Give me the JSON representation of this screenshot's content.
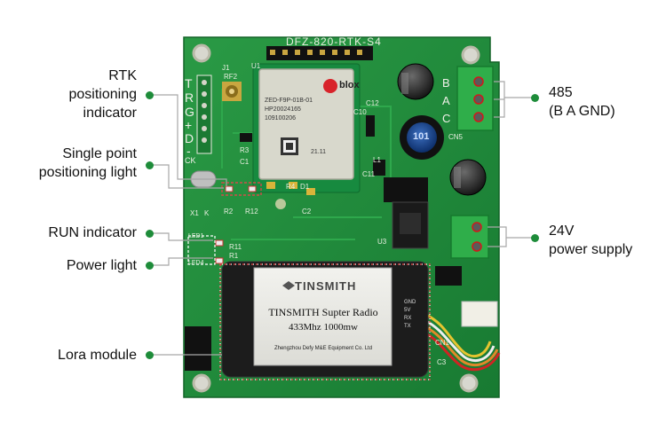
{
  "board": {
    "silkscreen_title": "DFZ-820-RTK-S4",
    "side_letters": [
      "T",
      "R",
      "G",
      "+",
      "D",
      "-",
      "CK"
    ],
    "gnss_module": {
      "brand": "blox",
      "lines": [
        "ZED-F9P-01B-01",
        "HP20024165",
        "109100206",
        "21.11"
      ]
    },
    "radio_module": {
      "brand": "TINSMITH",
      "title": "TINSMITH Supter Radio",
      "spec": "433Mhz 1000mw",
      "maker": "Zhengzhou Defy M&E Equipment Co. Ltd",
      "pins": [
        "GND",
        "5V",
        "RX",
        "TX"
      ]
    },
    "terminal_485_letters": [
      "B",
      "A",
      "C"
    ],
    "component_labels": [
      "J1",
      "RF2",
      "U1",
      "C12",
      "L1",
      "C10",
      "C11",
      "R3",
      "C1",
      "R4",
      "D1",
      "R2",
      "R11",
      "R12",
      "C2",
      "X1",
      "LED1",
      "LED4",
      "R1",
      "U3",
      "CN5",
      "CN1",
      "C3",
      "K",
      "101"
    ]
  },
  "callouts": {
    "rtk": "RTK\npositioning\nindicator",
    "single_point": "Single point\npositioning light",
    "run": "RUN indicator",
    "power": "Power light",
    "lora": "Lora module",
    "rs485": "485\n(B A GND)",
    "power_supply": "24V\npower supply"
  },
  "colors": {
    "pcb_green": "#1f8a3a",
    "callout_dot": "#1e8c3a",
    "leader_line": "#a8a8a8"
  }
}
